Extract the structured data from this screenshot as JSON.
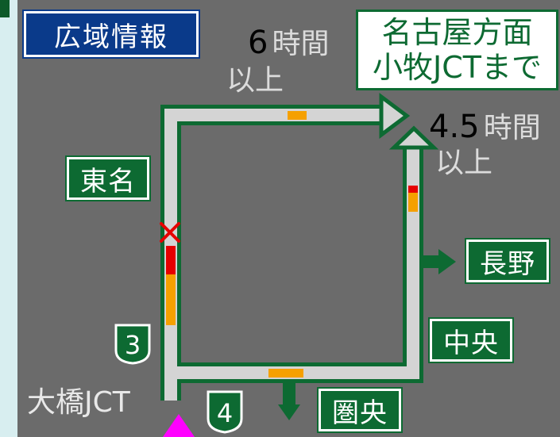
{
  "title": "広域情報",
  "destination": {
    "line1": "名古屋方面",
    "line2": "小牧JCTまで"
  },
  "times": {
    "outer_route": {
      "value": "6",
      "unit": "時間",
      "suffix": "以上"
    },
    "inner_route": {
      "value": "4.5",
      "unit": "時間",
      "suffix": "以上"
    }
  },
  "routes": {
    "tomei": "東名",
    "nagano": "長野",
    "chuo": "中央",
    "kenou": "圏央"
  },
  "junction": "大橋JCT",
  "route_numbers": {
    "r3": "3",
    "r4": "4"
  },
  "colors": {
    "background": "#6b6b6b",
    "road": "#d4d4d4",
    "road_outline": "#0d6a32",
    "congestion_heavy": "#e60000",
    "congestion_light": "#f5a000",
    "closure_mark": "#e60000",
    "current_position": "#ff00ff",
    "sign_green": "#0d6a32",
    "sign_blue": "#0a3a8a"
  }
}
